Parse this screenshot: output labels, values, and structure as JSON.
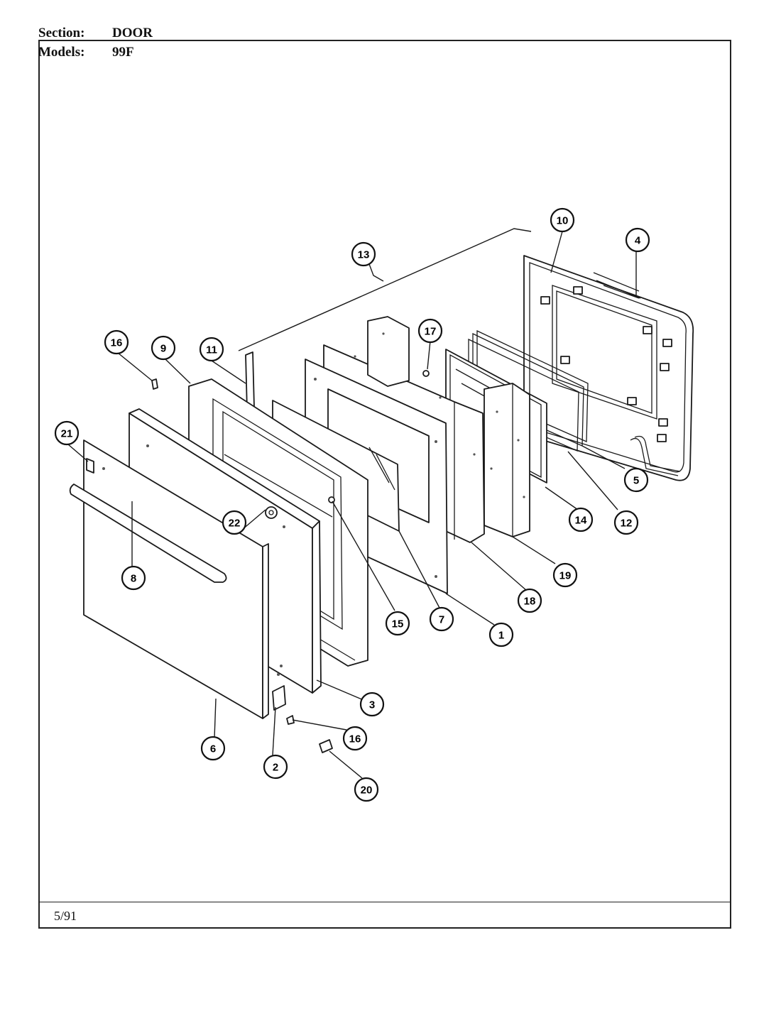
{
  "header": {
    "section_label": "Section:",
    "section_value": "DOOR",
    "models_label": "Models:",
    "models_value": "99F"
  },
  "footer": {
    "date": "5/91"
  },
  "callouts": [
    "1",
    "2",
    "3",
    "4",
    "5",
    "6",
    "7",
    "8",
    "9",
    "10",
    "11",
    "12",
    "13",
    "14",
    "15",
    "16",
    "16",
    "17",
    "18",
    "19",
    "20",
    "21",
    "22"
  ]
}
